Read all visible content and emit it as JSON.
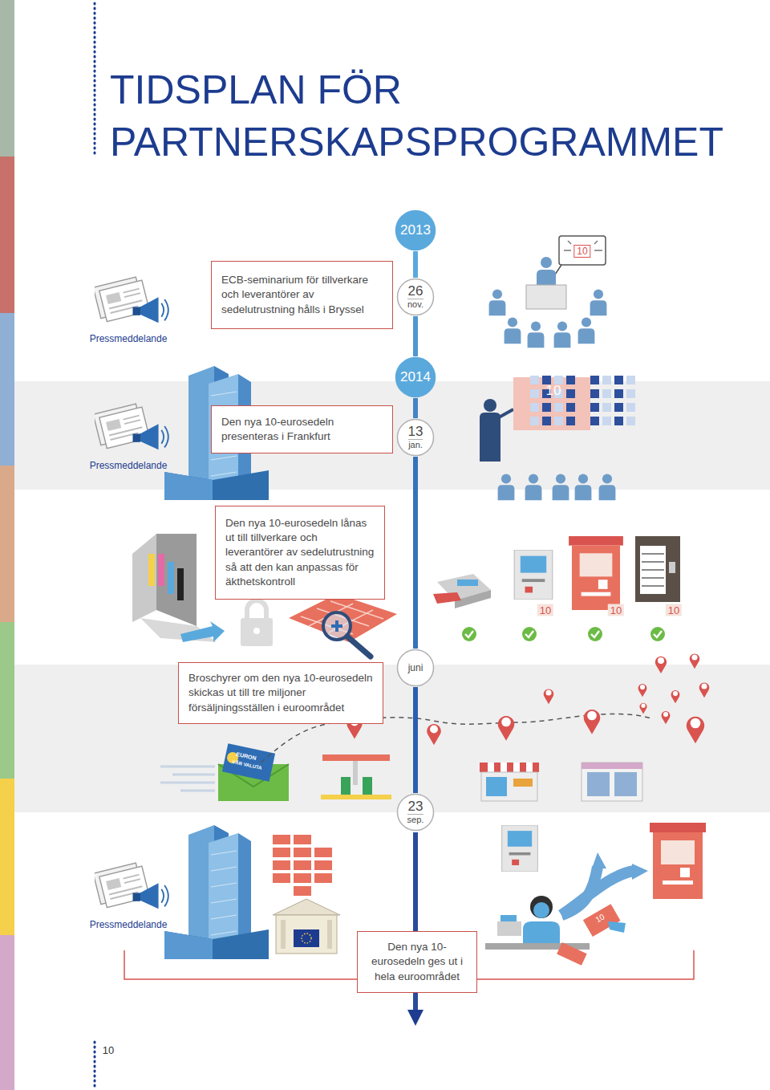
{
  "diagram": {
    "title": "TIDSPLAN FÖR PARTNERSKAPSPROGRAMMET",
    "nodes": [
      {
        "text": [
          "2013"
        ]
      },
      {
        "text": [
          "ECB-seminarium för tillverkare och leverantörer av sedelutrustning hålls i Bryssel"
        ]
      },
      {
        "text": [
          "26",
          "nov."
        ]
      },
      {
        "text": [
          "2014"
        ]
      },
      {
        "text": [
          "Den nya 10-eurosedeln presenteras i Frankfurt"
        ]
      },
      {
        "text": [
          "13",
          "jan."
        ]
      },
      {
        "text": [
          "Den nya 10-eurosedeln lånas ut till tillverkare och leverantörer av sedelutrustning så att den kan anpassas för äkthetskontroll"
        ]
      },
      {
        "text": [
          "Broschyrer om den nya 10-eurosedeln skickas ut till tre miljoner försäljningsställen i euroområdet"
        ]
      },
      {
        "text": [
          "juni"
        ]
      },
      {
        "text": [
          "23",
          "sep."
        ]
      },
      {
        "text": [
          "Den nya 10-eurosedeln ges ut i hela euroområdet"
        ]
      }
    ],
    "edges": [
      {
        "from": 0,
        "to": 2,
        "arrow": "none"
      },
      {
        "from": 2,
        "to": 3,
        "arrow": "none"
      },
      {
        "from": 3,
        "to": 5,
        "arrow": "none"
      },
      {
        "from": 5,
        "to": 8,
        "arrow": "none"
      },
      {
        "from": 8,
        "to": 9,
        "arrow": "none"
      }
    ],
    "labels": [
      "Pressmeddelande",
      "10",
      "Pressmeddelande",
      "10",
      "10",
      "10",
      "10",
      "EURON",
      "VÅR VALUTA",
      "Pressmeddelande",
      "10",
      "10"
    ]
  }
}
